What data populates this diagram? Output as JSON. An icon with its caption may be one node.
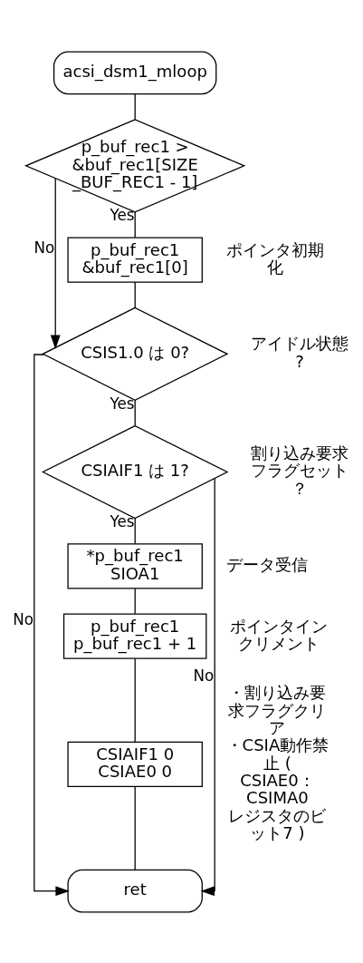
{
  "diagram": {
    "nodes": [
      {
        "text": [
          "acsi_dsm1_mloop"
        ]
      },
      {
        "text": [
          "p_buf_rec1 > &buf_rec1[SIZE _BUF_REC1 - 1]"
        ]
      },
      {
        "text": [
          "p_buf_rec1 &buf_rec1[0]"
        ],
        "beside": [
          "ポインタ初期化"
        ]
      },
      {
        "text": [
          "CSIS1.0 は 0?"
        ],
        "beside": [
          "アイドル状態?"
        ]
      },
      {
        "text": [
          "CSIAIF1 は 1?"
        ],
        "beside": [
          "割り込み要求フラグセット？"
        ]
      },
      {
        "text": [
          "*p_buf_rec1 SIOA1"
        ],
        "beside": [
          "データ受信"
        ]
      },
      {
        "text": [
          "p_buf_rec1 p_buf_rec1 + 1"
        ],
        "beside": [
          "ポインタインクリメント"
        ]
      },
      {
        "text": [
          "CSIAIF1 0 CSIAE0 0"
        ],
        "beside": [
          "・割り込み要求フラグクリア",
          "・CSIA動作禁止 ( CSIAE0： CSIMA0 レジスタのビット7 )"
        ]
      },
      {
        "text": [
          "ret"
        ]
      }
    ],
    "edges": [
      {
        "from": 0,
        "to": 1,
        "arrow": "none"
      },
      {
        "from": 1,
        "to": 2,
        "arrow": "none",
        "label": "Yes"
      },
      {
        "from": 1,
        "to": 3,
        "arrow": "to",
        "label": "No"
      },
      {
        "from": 2,
        "to": 3,
        "arrow": "none"
      },
      {
        "from": 3,
        "to": 4,
        "arrow": "none",
        "label": "Yes"
      },
      {
        "from": 3,
        "to": 8,
        "arrow": "to",
        "label": "No"
      },
      {
        "from": 4,
        "to": 8,
        "arrow": "to",
        "label": "No"
      },
      {
        "from": 4,
        "to": 5,
        "arrow": "none",
        "label": "Yes"
      },
      {
        "from": 5,
        "to": 6,
        "arrow": "none"
      },
      {
        "from": 6,
        "to": 7,
        "arrow": "none"
      },
      {
        "from": 7,
        "to": 8,
        "arrow": "none"
      }
    ]
  }
}
